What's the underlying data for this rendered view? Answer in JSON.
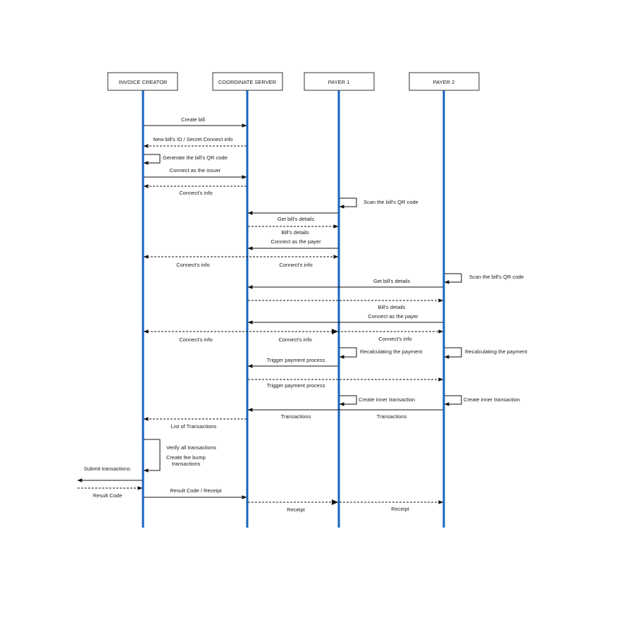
{
  "actors": [
    {
      "id": "creator",
      "label": "INVOICE CREATOR"
    },
    {
      "id": "server",
      "label": "COORDINATE SERVER"
    },
    {
      "id": "payer1",
      "label": "PAYER 1"
    },
    {
      "id": "payer2",
      "label": "PAYER 2"
    }
  ],
  "messages": [
    {
      "from": "creator",
      "to": "server",
      "label": "Create bill",
      "style": "solid"
    },
    {
      "from": "server",
      "to": "creator",
      "label": "New bill's ID / Secret Connect info",
      "style": "dashed"
    },
    {
      "self": "creator",
      "label": "Generate the bill's QR code"
    },
    {
      "from": "creator",
      "to": "server",
      "label": "Connect as the issuer",
      "style": "solid"
    },
    {
      "from": "server",
      "to": "creator",
      "label": "Connect's info",
      "style": "dashed"
    },
    {
      "self": "payer1",
      "label": "Scan the bill's QR code"
    },
    {
      "from": "payer1",
      "to": "server",
      "label": "Get bill's details",
      "style": "solid"
    },
    {
      "from": "server",
      "to": "payer1",
      "label": "Bill's details",
      "style": "dashed"
    },
    {
      "from": "payer1",
      "to": "server",
      "label": "Connect as the payer",
      "style": "solid"
    },
    {
      "from": "server",
      "to": [
        "creator",
        "payer1"
      ],
      "labels": [
        "Connect's info",
        "Connect's info"
      ],
      "style": "dashed"
    },
    {
      "self": "payer2",
      "label": "Scan the bill's QR code"
    },
    {
      "from": "payer2",
      "to": "server",
      "label": "Get bill's details",
      "style": "solid"
    },
    {
      "from": "server",
      "to": "payer2",
      "label": "Bill's details",
      "style": "dashed"
    },
    {
      "from": "payer2",
      "to": "server",
      "label": "Connect as the payer",
      "style": "solid"
    },
    {
      "from": "server",
      "to": [
        "creator",
        "payer1",
        "payer2"
      ],
      "labels": [
        "Connect's info",
        "Connect's info",
        "Connect's info"
      ],
      "style": "dashed"
    },
    {
      "self": "payer1",
      "label": "Recalculating the payment"
    },
    {
      "self": "payer2",
      "label": "Recalculating the payment"
    },
    {
      "from": "payer1",
      "to": "server",
      "label": "Trigger payment process",
      "style": "solid"
    },
    {
      "from": "server",
      "to": "payer2",
      "label": "Trigger payment process",
      "style": "dashed"
    },
    {
      "self": "payer1",
      "label": "Create inner transaction"
    },
    {
      "self": "payer2",
      "label": "Create inner transaction"
    },
    {
      "from": "payer2",
      "to": "server",
      "labels": [
        "Transactions",
        "Transactions"
      ],
      "style": "solid"
    },
    {
      "from": "server",
      "to": "creator",
      "label": "List of Transactions",
      "style": "dashed"
    },
    {
      "self": "creator",
      "labels": [
        "Verify all transactions",
        "Create fee bump",
        "transactions"
      ]
    },
    {
      "from": "creator",
      "to": "external",
      "label": "Submit transactions",
      "style": "solid"
    },
    {
      "from": "external",
      "to": "creator",
      "label": "Result Code",
      "style": "dashed"
    },
    {
      "from": "creator",
      "to": "server",
      "label": "Result Code / Receipt",
      "style": "solid"
    },
    {
      "from": "server",
      "to": [
        "payer1",
        "payer2"
      ],
      "labels": [
        "Receipt",
        "Receipt"
      ],
      "style": "dashed"
    }
  ],
  "colors": {
    "lifeline": "#1565c0",
    "arrow": "#111111",
    "box_border": "#333333"
  }
}
